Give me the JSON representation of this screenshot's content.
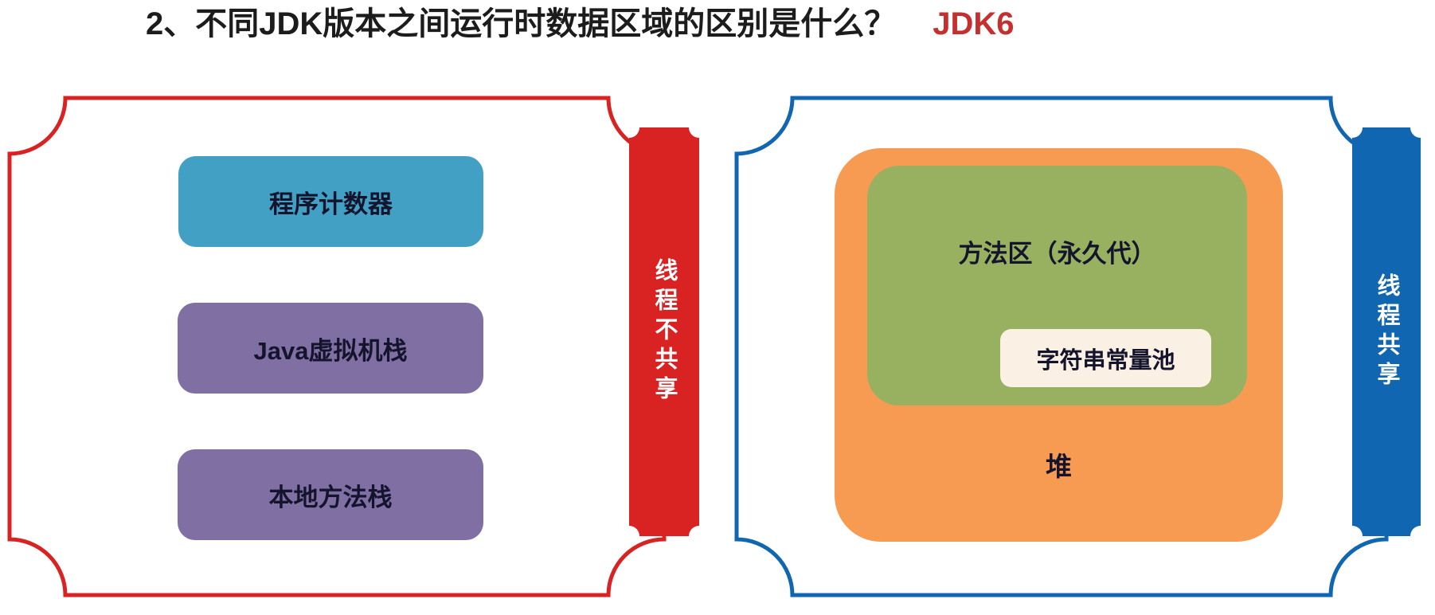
{
  "title": {
    "question": "2、不同JDK版本之间运行时数据区域的区别是什么？",
    "version_tag": "JDK6",
    "question_color": "#1c1c1c",
    "tag_color": "#c43030"
  },
  "left_panel": {
    "accent_color": "#d92222",
    "banner_label": "线程不共享",
    "boxes": [
      {
        "label": "程序计数器",
        "color": "#42a0c5"
      },
      {
        "label": "Java虚拟机栈",
        "color": "#7f6fa3"
      },
      {
        "label": "本地方法栈",
        "color": "#7f6fa3"
      }
    ]
  },
  "right_panel": {
    "accent_color": "#1166b1",
    "banner_label": "线程共享",
    "heap": {
      "label": "堆",
      "color": "#f89b52"
    },
    "method_area": {
      "label": "方法区（永久代）",
      "color": "#97b161"
    },
    "string_pool": {
      "label": "字符串常量池",
      "color": "#faf0e3"
    }
  }
}
